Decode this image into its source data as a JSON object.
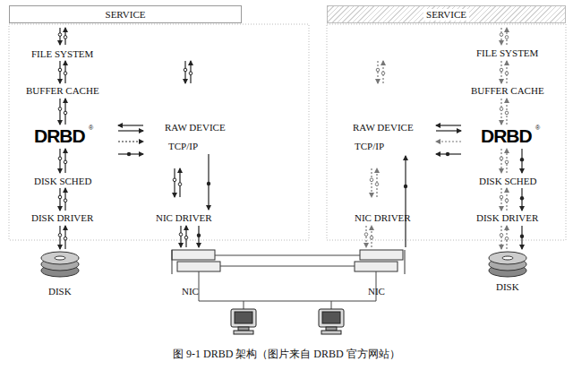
{
  "diagram": {
    "caption": "图 9-1 DRBD 架构（图片来自 DRBD 官方网站）",
    "nodes": [
      {
        "text": [
          "SERVICE"
        ]
      },
      {
        "text": [
          "SERVICE"
        ]
      }
    ],
    "labels": [
      "FILE SYSTEM",
      "BUFFER CACHE",
      "DRBD",
      "®",
      "DISK SCHED",
      "DISK DRIVER",
      "DISK",
      "RAW DEVICE",
      "TCP/IP",
      "NIC DRIVER",
      "NIC",
      "RAW DEVICE",
      "TCP/IP",
      "NIC DRIVER",
      "NIC",
      "FILE SYSTEM",
      "BUFFER CACHE",
      "DRBD",
      "®",
      "DISK SCHED",
      "DISK DRIVER",
      "DISK"
    ]
  }
}
